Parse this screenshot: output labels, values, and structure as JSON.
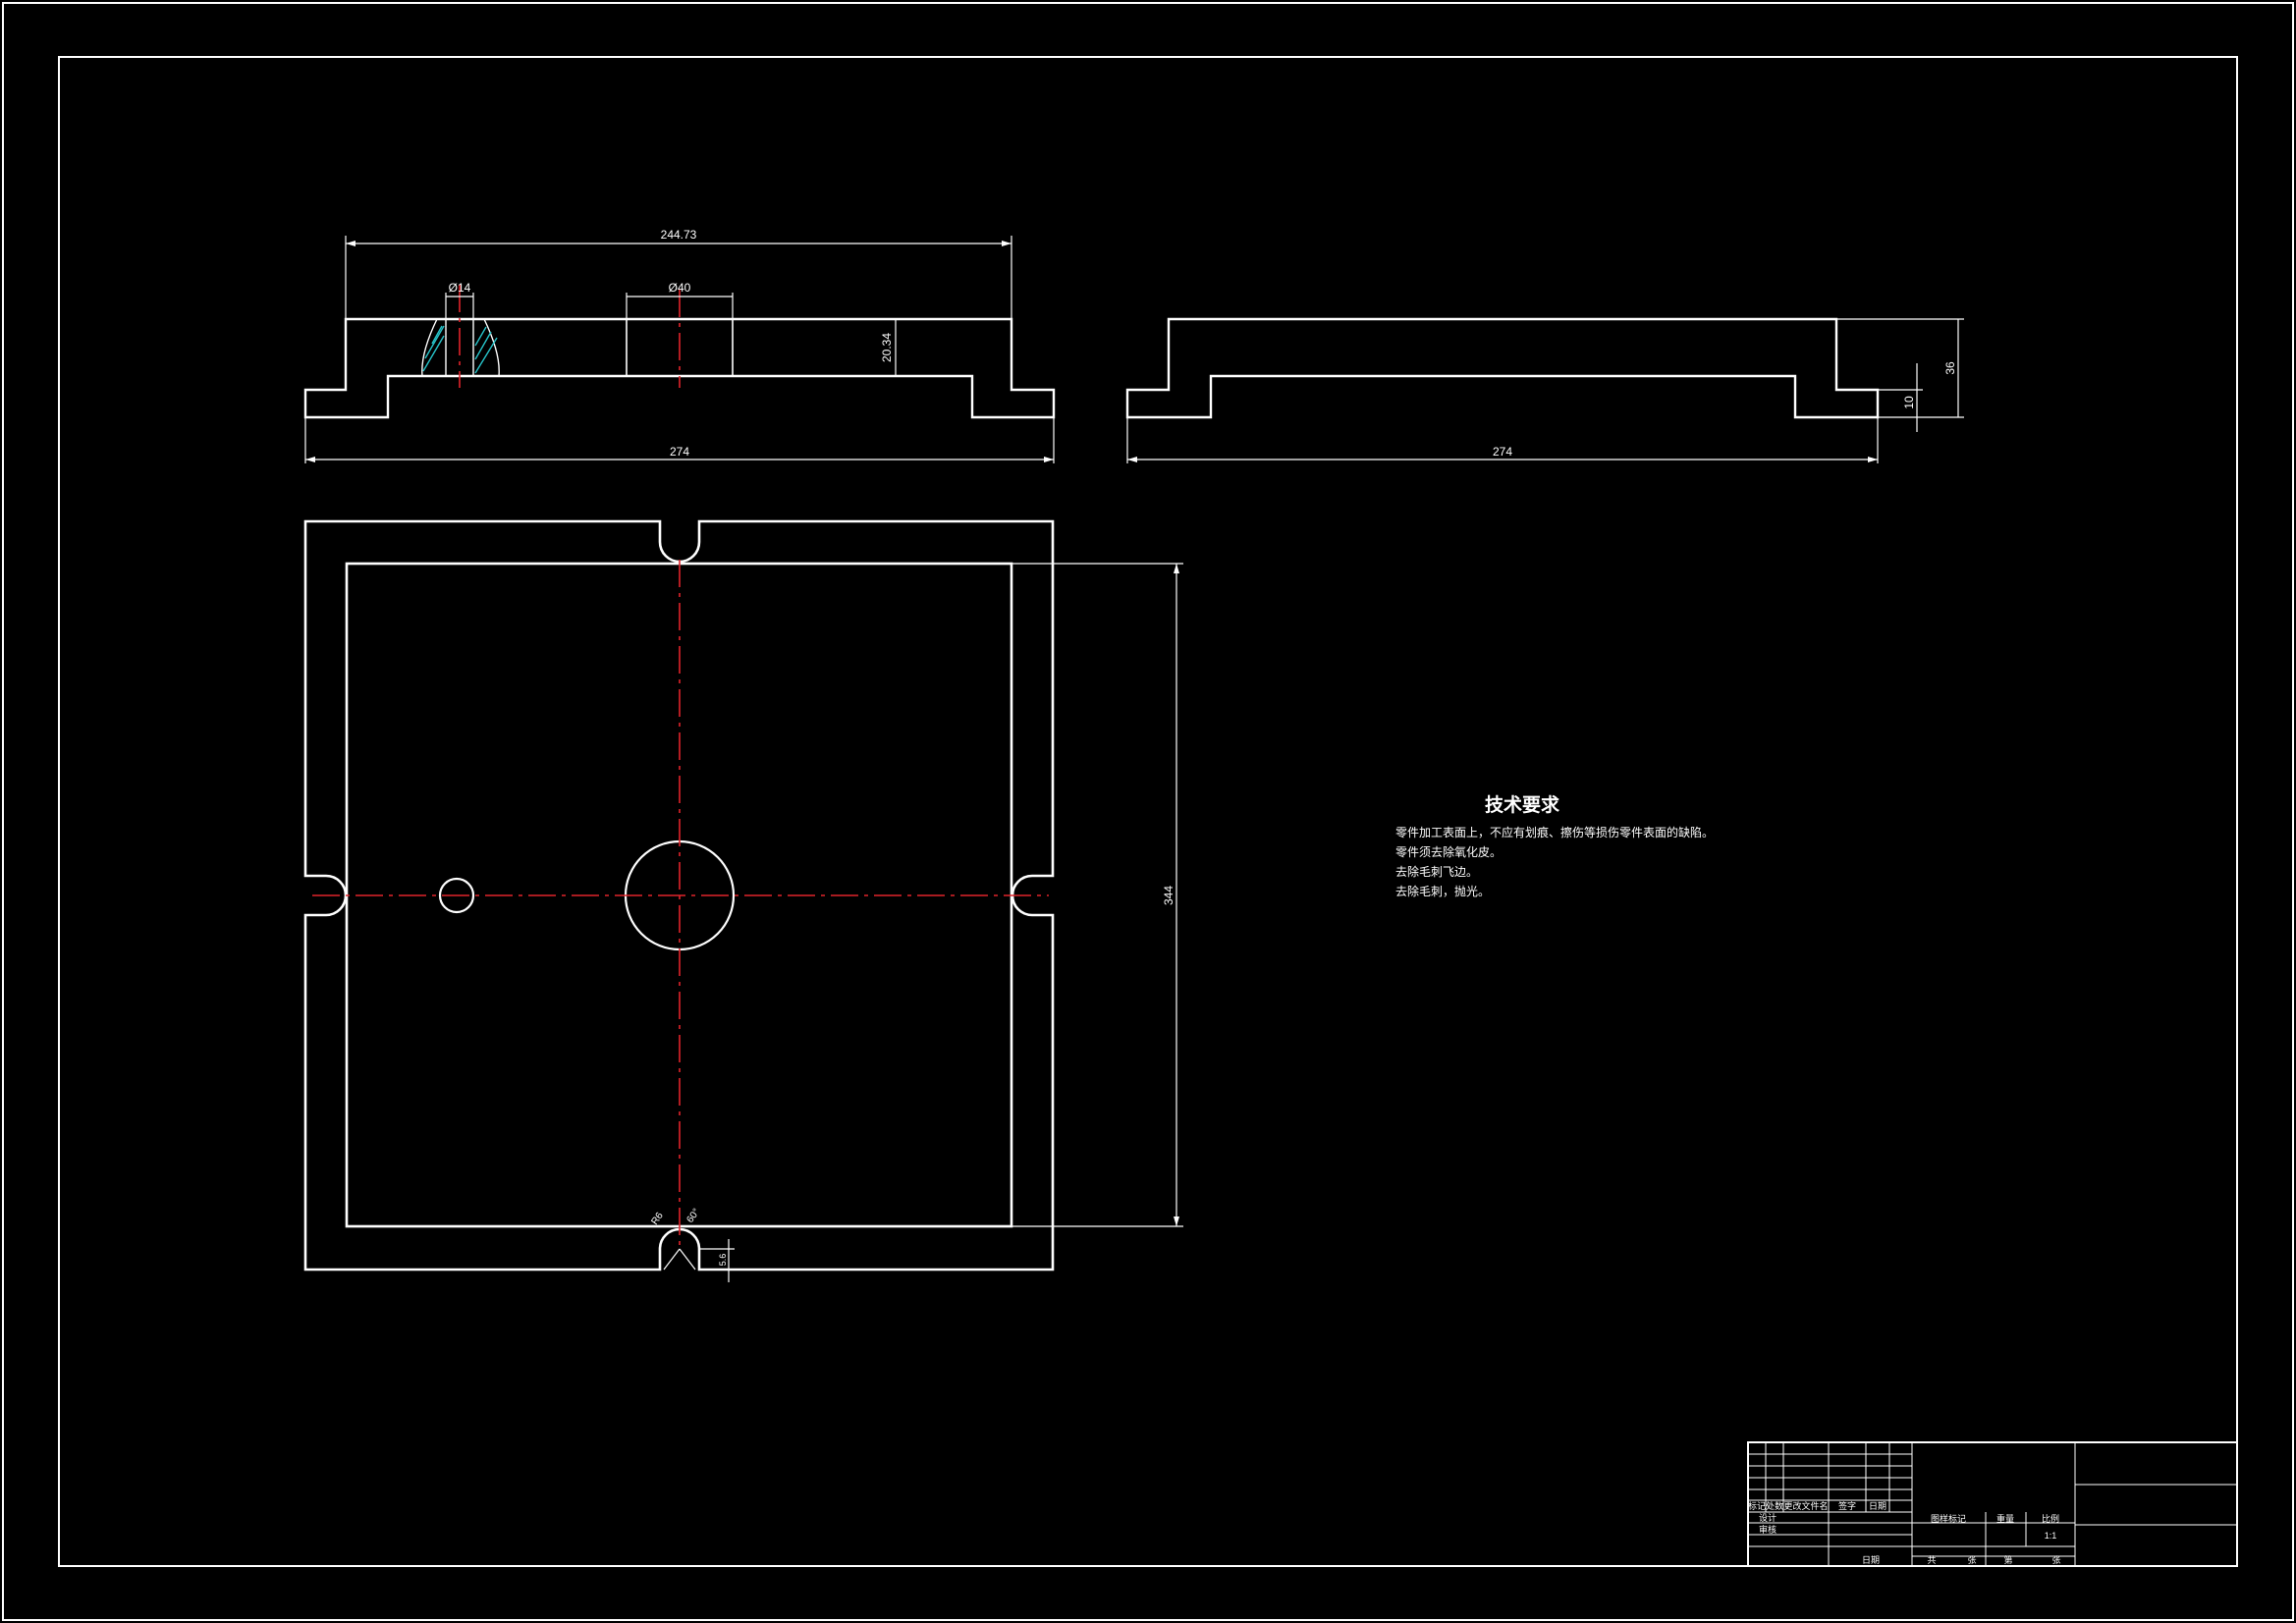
{
  "dimensions": {
    "top_overall": "244.73",
    "side_bore": "Ø14",
    "center_bore": "Ø40",
    "recess_depth": "20.34",
    "front_width": "274",
    "side_width": "274",
    "side_height": "36",
    "side_step": "10",
    "plan_length": "344",
    "slot_radius": "R6",
    "slot_angle": "60°",
    "slot_depth": "5.6"
  },
  "tech_requirements": {
    "title": "技术要求",
    "items": [
      "零件加工表面上，不应有划痕、擦伤等损伤零件表面的缺陷。",
      "零件须去除氧化皮。",
      "去除毛刺飞边。",
      "去除毛刺，抛光。"
    ]
  },
  "title_block": {
    "rev_headers": [
      "标记",
      "处数",
      "更改文件名",
      "签字",
      "日期"
    ],
    "design": "设计",
    "check": "审核",
    "date": "日期",
    "stage_mark": "图样标记",
    "weight": "重量",
    "scale_label": "比例",
    "scale_value": "1:1",
    "sheets_total": "共",
    "sheet_word": "张",
    "sheet_no": "第",
    "sheet_word2": "张"
  }
}
